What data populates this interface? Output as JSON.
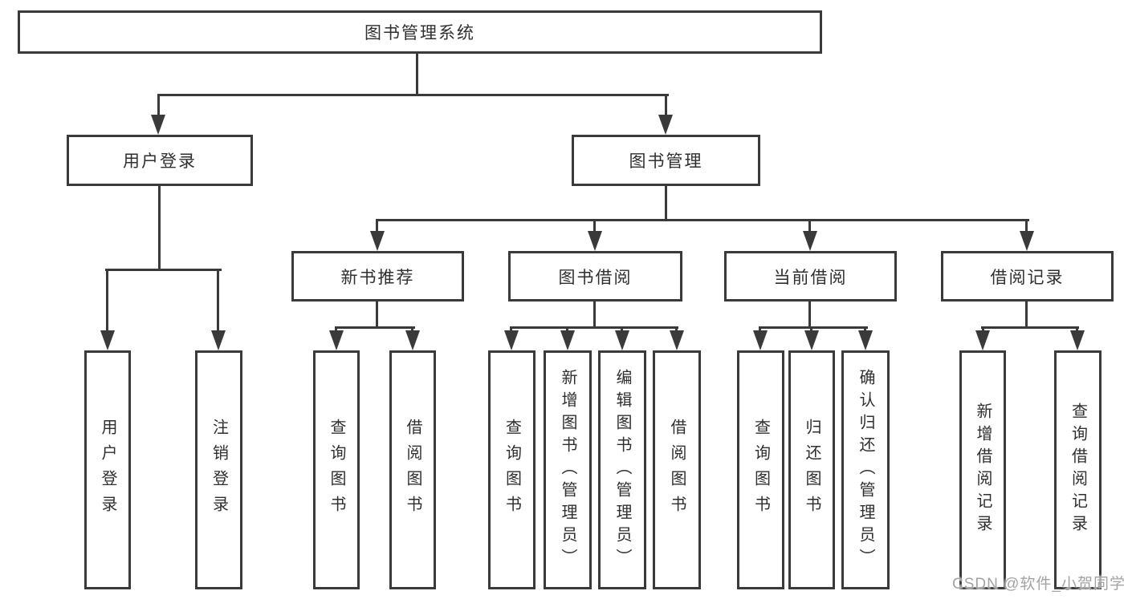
{
  "colors": {
    "line": "#3a3a3a",
    "background": "#ffffff",
    "watermark_text_color": "#a3a3a3"
  },
  "watermark": {
    "text": "CSDN @软件_小贺同学"
  },
  "tree": {
    "label": "图书管理系统",
    "children": [
      {
        "label": "用户登录",
        "children": [
          {
            "label": "用户登录"
          },
          {
            "label": "注销登录"
          }
        ]
      },
      {
        "label": "图书管理",
        "children": [
          {
            "label": "新书推荐",
            "children": [
              {
                "label": "查询图书"
              },
              {
                "label": "借阅图书"
              }
            ]
          },
          {
            "label": "图书借阅",
            "children": [
              {
                "label": "查询图书"
              },
              {
                "label": "新增图书（管理员）"
              },
              {
                "label": "编辑图书（管理员）"
              },
              {
                "label": "借阅图书"
              }
            ]
          },
          {
            "label": "当前借阅",
            "children": [
              {
                "label": "查询图书"
              },
              {
                "label": "归还图书"
              },
              {
                "label": "确认归还（管理员）"
              }
            ]
          },
          {
            "label": "借阅记录",
            "children": [
              {
                "label": "新增借阅记录"
              },
              {
                "label": "查询借阅记录"
              }
            ]
          }
        ]
      }
    ]
  }
}
